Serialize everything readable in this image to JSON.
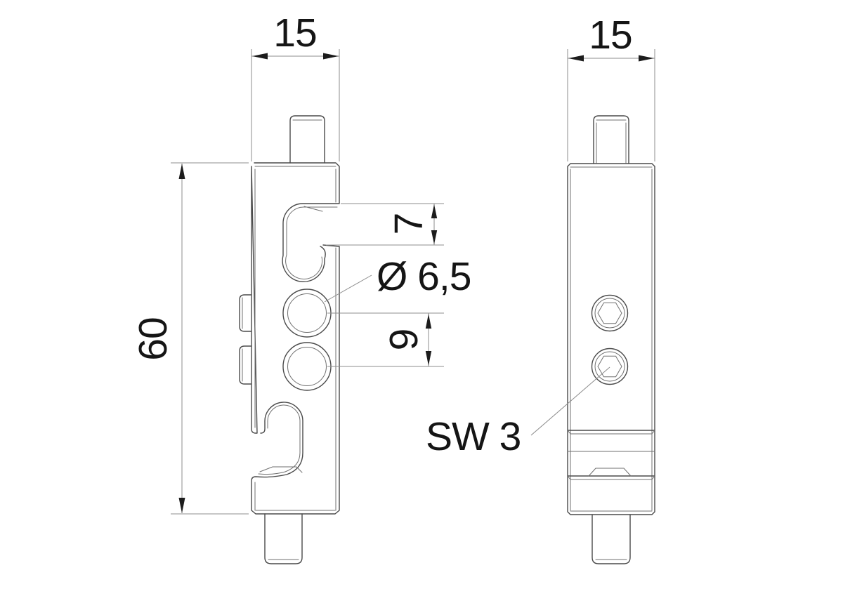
{
  "drawing": {
    "type": "technical-drawing",
    "dimensions": {
      "front_width": "15",
      "side_width": "15",
      "height": "60",
      "slot_height": "7",
      "hole_diameter": "Ø 6,5",
      "hole_spacing": "9",
      "hex_socket": "SW 3"
    },
    "colors": {
      "background": "#ffffff",
      "part_line": "#4a4a4a",
      "dimension_line": "#8c8c8c",
      "text": "#151515"
    }
  }
}
